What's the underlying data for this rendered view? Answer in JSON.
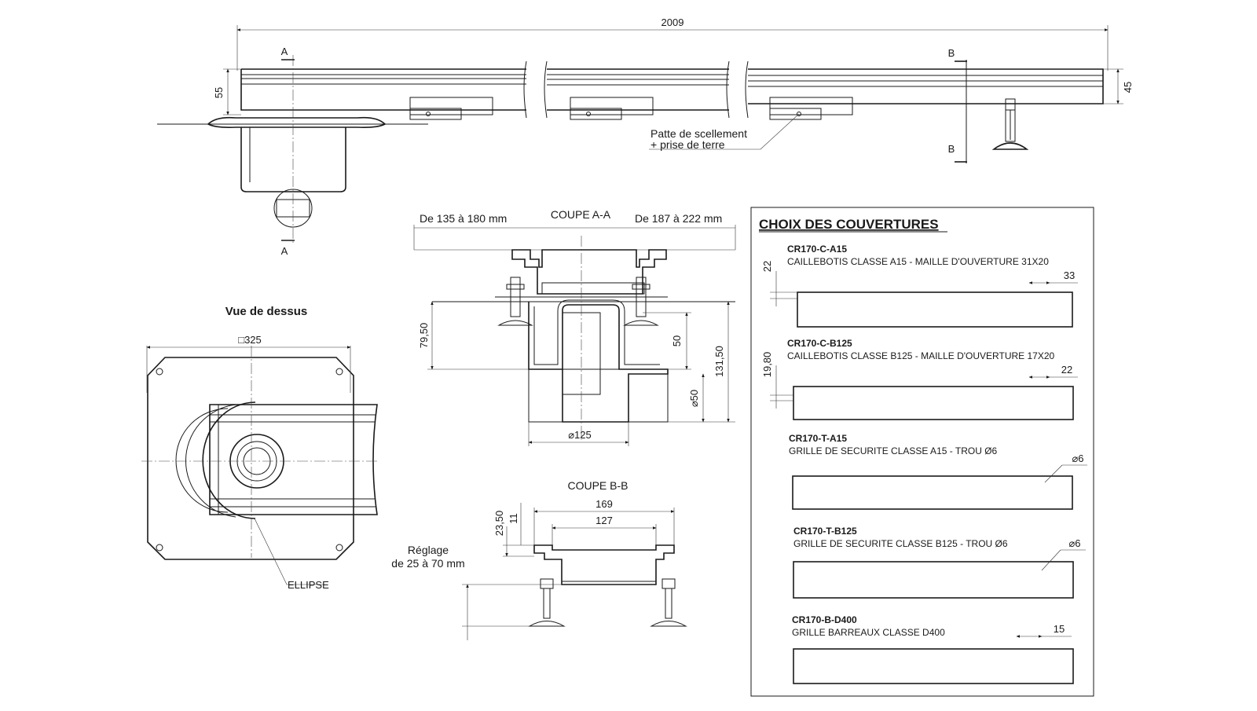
{
  "dims": {
    "total_length": "2009",
    "height_left": "55",
    "height_right": "45",
    "section_a_top": "A",
    "section_a_bottom": "A",
    "section_b_top": "B",
    "section_b_bottom": "B",
    "top_square": "□325",
    "aa_left_range": "De 135 à 180 mm",
    "aa_right_range": "De 187 à 222 mm",
    "aa_7950": "79,50",
    "aa_50": "50",
    "aa_13150": "131,50",
    "aa_d50": "⌀50",
    "aa_d125": "⌀125",
    "bb_2350": "23,50",
    "bb_11": "11",
    "bb_169": "169",
    "bb_127": "127"
  },
  "labels": {
    "patte_line1": "Patte de scellement",
    "patte_line2": "+ prise de terre",
    "vue_dessus": "Vue de dessus",
    "coupe_aa": "COUPE A-A",
    "coupe_bb": "COUPE B-B",
    "reglage_line1": "Réglage",
    "reglage_line2": "de 25 à 70 mm",
    "ellipse": "ELLIPSE"
  },
  "covers": {
    "title": "CHOIX DES COUVERTURES",
    "items": [
      {
        "code": "CR170-C-A15",
        "desc": "CAILLEBOTIS CLASSE A15 - MAILLE D'OUVERTURE 31X20",
        "dim_side": "22",
        "dim_top": "33"
      },
      {
        "code": "CR170-C-B125",
        "desc": "CAILLEBOTIS CLASSE B125 - MAILLE D'OUVERTURE 17X20",
        "dim_side": "19,80",
        "dim_top": "22"
      },
      {
        "code": "CR170-T-A15",
        "desc": "GRILLE DE SECURITE CLASSE A15 - TROU Ø6",
        "dim_top": "⌀6"
      },
      {
        "code": "CR170-T-B125",
        "desc": "GRILLE DE SECURITE CLASSE B125 - TROU Ø6",
        "dim_top": "⌀6"
      },
      {
        "code": "CR170-B-D400",
        "desc": "GRILLE BARREAUX CLASSE D400",
        "dim_top": "15"
      }
    ]
  }
}
